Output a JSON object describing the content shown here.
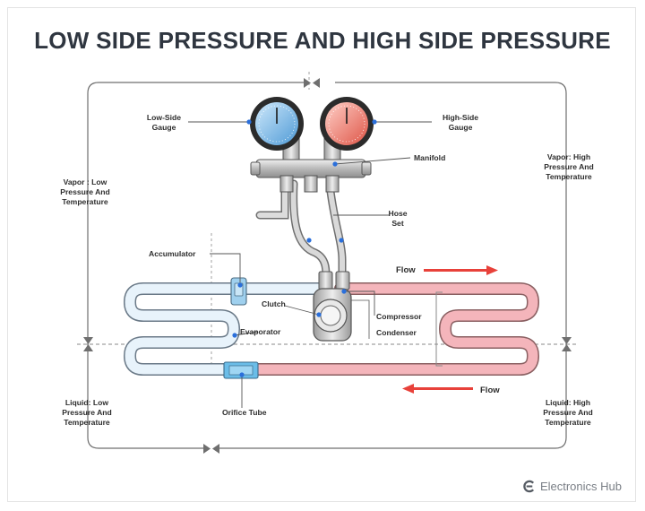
{
  "title": "LOW SIDE PRESSURE AND HIGH SIDE PRESSURE",
  "labels": {
    "low_side_gauge": "Low-Side Gauge",
    "high_side_gauge": "High-Side Gauge",
    "manifold": "Manifold",
    "hose_set": "Hose Set",
    "accumulator": "Accumulator",
    "clutch": "Clutch",
    "compressor": "Compressor",
    "evaporator": "Evaporator",
    "condenser": "Condenser",
    "orifice_tube": "Orifice Tube",
    "flow_top": "Flow",
    "flow_bottom": "Flow",
    "vapor_low": "Vapor : Low Pressure And Temperature",
    "vapor_high": "Vapor: High Pressure And Temperature",
    "liquid_low": "Liquid: Low Pressure And Temperature",
    "liquid_high": "Liquid: High Pressure And Temperature"
  },
  "brand": "Electronics Hub",
  "colors": {
    "low_side": "#a9d3ee",
    "high_side": "#f2a6ad",
    "gauge_low": "#3e8fd0",
    "gauge_high": "#e05a4e",
    "arrow": "#e8413a",
    "connector_dot": "#2a6fdb",
    "frame_line": "#777777"
  },
  "icons": [
    "low-side-gauge-icon",
    "high-side-gauge-icon",
    "manifold-icon",
    "compressor-icon",
    "accumulator-icon",
    "orifice-tube-icon",
    "valve-icon"
  ]
}
